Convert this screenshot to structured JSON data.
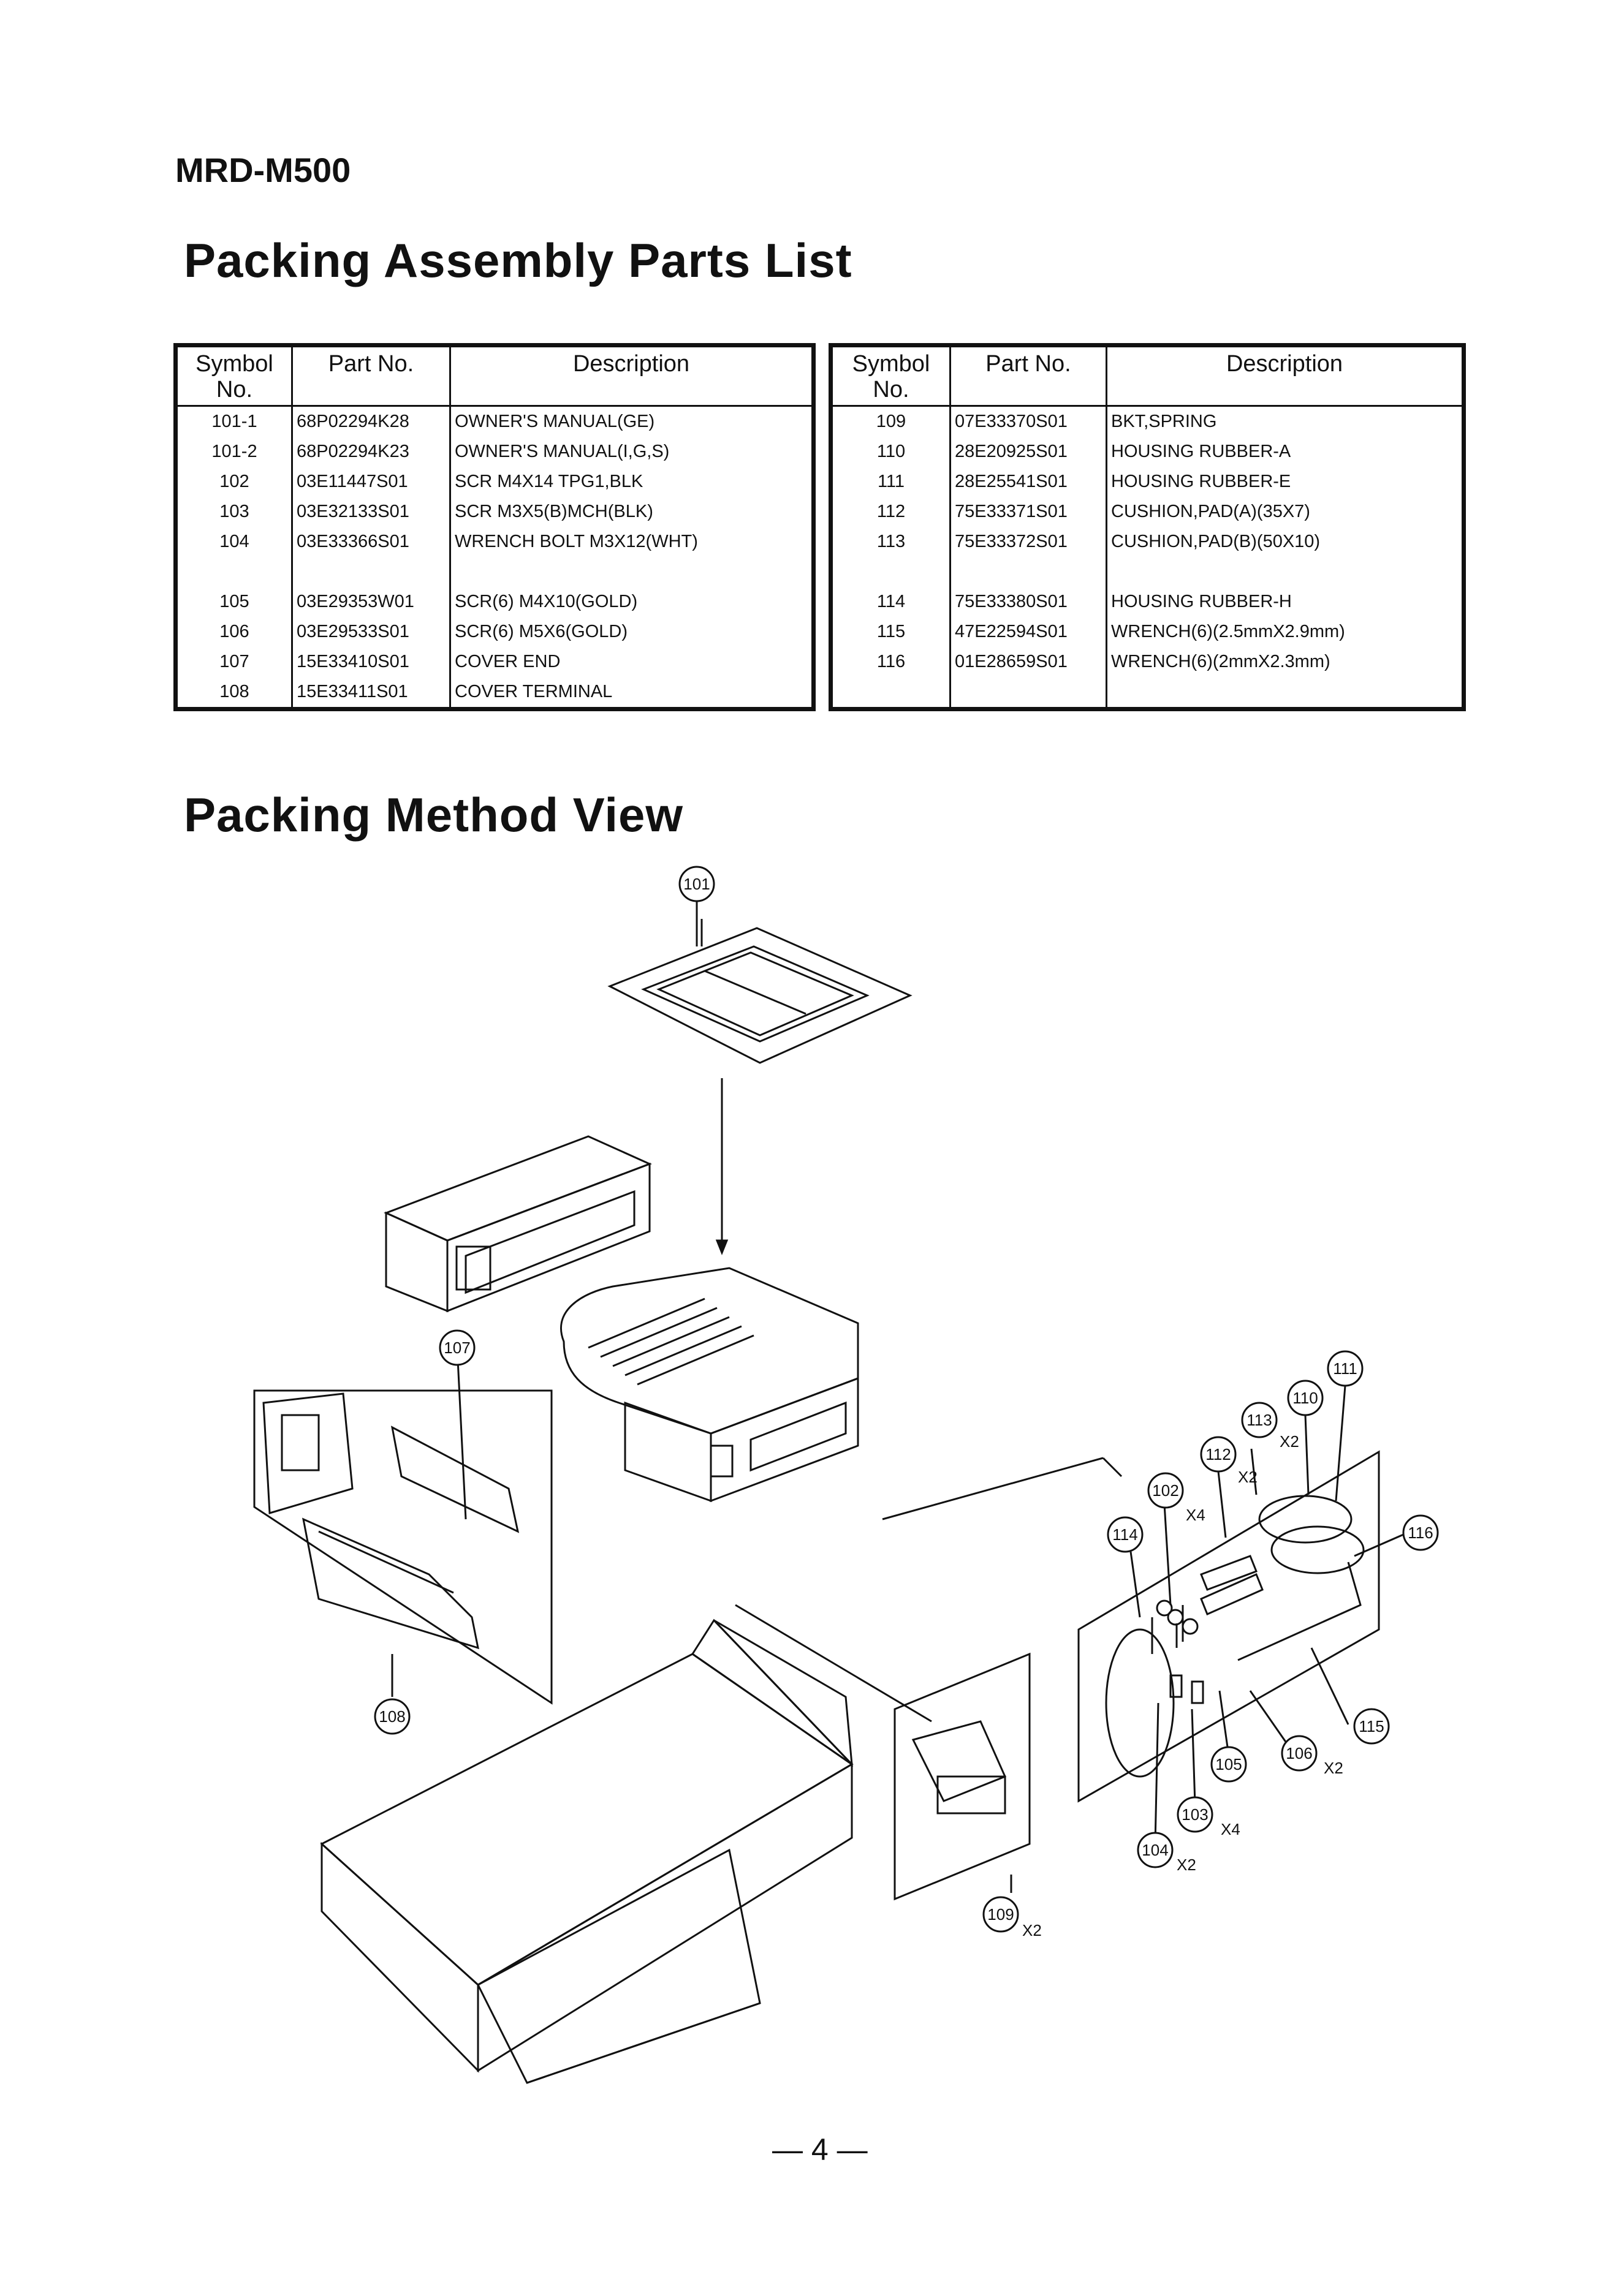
{
  "header": {
    "model": "MRD-M500"
  },
  "section1": {
    "title": "Packing Assembly Parts List"
  },
  "section2": {
    "title": "Packing Method View"
  },
  "table_headers": {
    "symbol": "Symbol\nNo.",
    "part_no": "Part No.",
    "description": "Description"
  },
  "left_table": [
    {
      "symbol": "101-1",
      "part": "68P02294K28",
      "desc": "OWNER'S MANUAL(GE)"
    },
    {
      "symbol": "101-2",
      "part": "68P02294K23",
      "desc": "OWNER'S MANUAL(I,G,S)"
    },
    {
      "symbol": "102",
      "part": "03E11447S01",
      "desc": "SCR M4X14 TPG1,BLK"
    },
    {
      "symbol": "103",
      "part": "03E32133S01",
      "desc": "SCR M3X5(B)MCH(BLK)"
    },
    {
      "symbol": "104",
      "part": "03E33366S01",
      "desc": "WRENCH BOLT M3X12(WHT)"
    },
    {
      "symbol": "",
      "part": "",
      "desc": ""
    },
    {
      "symbol": "105",
      "part": "03E29353W01",
      "desc": "SCR(6) M4X10(GOLD)"
    },
    {
      "symbol": "106",
      "part": "03E29533S01",
      "desc": "SCR(6) M5X6(GOLD)"
    },
    {
      "symbol": "107",
      "part": "15E33410S01",
      "desc": "COVER END"
    },
    {
      "symbol": "108",
      "part": "15E33411S01",
      "desc": "COVER TERMINAL"
    }
  ],
  "right_table": [
    {
      "symbol": "109",
      "part": "07E33370S01",
      "desc": "BKT,SPRING"
    },
    {
      "symbol": "110",
      "part": "28E20925S01",
      "desc": "HOUSING RUBBER-A"
    },
    {
      "symbol": "111",
      "part": "28E25541S01",
      "desc": "HOUSING RUBBER-E"
    },
    {
      "symbol": "112",
      "part": "75E33371S01",
      "desc": "CUSHION,PAD(A)(35X7)"
    },
    {
      "symbol": "113",
      "part": "75E33372S01",
      "desc": "CUSHION,PAD(B)(50X10)"
    },
    {
      "symbol": "",
      "part": "",
      "desc": ""
    },
    {
      "symbol": "114",
      "part": "75E33380S01",
      "desc": "HOUSING RUBBER-H"
    },
    {
      "symbol": "115",
      "part": "47E22594S01",
      "desc": "WRENCH(6)(2.5mmX2.9mm)"
    },
    {
      "symbol": "116",
      "part": "01E28659S01",
      "desc": "WRENCH(6)(2mmX2.3mm)"
    },
    {
      "symbol": "",
      "part": "",
      "desc": ""
    }
  ],
  "callouts": {
    "c101": "101",
    "c102": "102",
    "c103": "103",
    "c104": "104",
    "c105": "105",
    "c106": "106",
    "c107": "107",
    "c108": "108",
    "c109": "109",
    "c110": "110",
    "c111": "111",
    "c112": "112",
    "c113": "113",
    "c114": "114",
    "c115": "115",
    "c116": "116"
  },
  "multipliers": {
    "m102": "X4",
    "m103": "X4",
    "m104": "X2",
    "m106": "X2",
    "m109": "X2",
    "m112": "X2",
    "m113": "X2"
  },
  "footer": {
    "page": "— 4 —"
  }
}
